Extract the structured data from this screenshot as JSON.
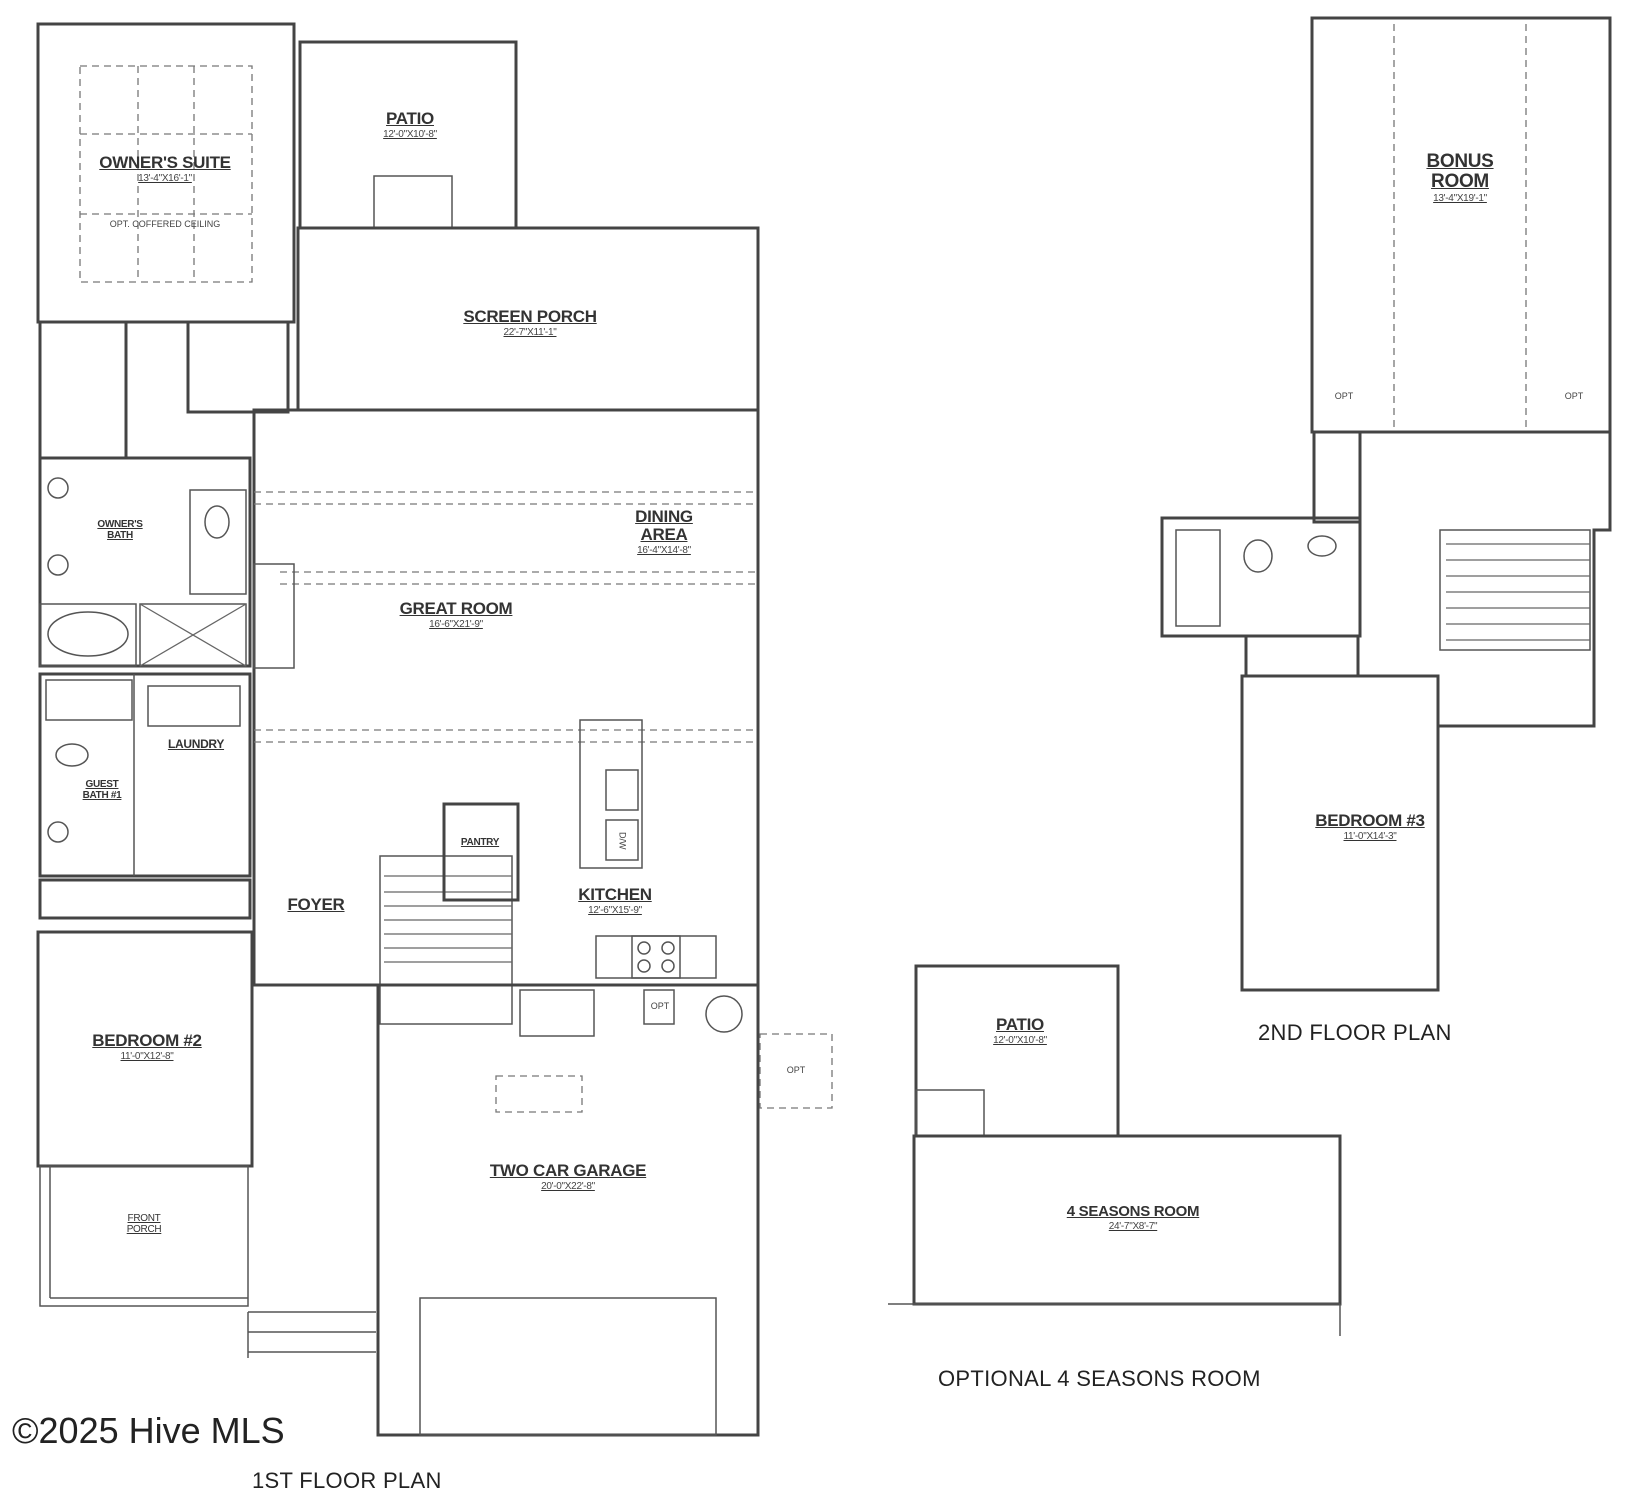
{
  "watermark": "©2025 Hive MLS",
  "first_floor": {
    "title": "1ST FLOOR PLAN",
    "rooms": [
      {
        "name": "OWNER'S SUITE",
        "dims": "13'-4\"X16'-1\"",
        "note": "OPT. COFFERED CEILING"
      },
      {
        "name": "PATIO",
        "dims": "12'-0\"X10'-8\""
      },
      {
        "name": "SCREEN PORCH",
        "dims": "22'-7\"X11'-1\""
      },
      {
        "name": "DINING AREA",
        "dims": "16'-4\"X14'-8\""
      },
      {
        "name": "GREAT ROOM",
        "dims": "16'-6\"X21'-9\""
      },
      {
        "name": "OWNER'S BATH",
        "dims": ""
      },
      {
        "name": "LAUNDRY",
        "dims": ""
      },
      {
        "name": "GUEST BATH #1",
        "dims": ""
      },
      {
        "name": "PANTRY",
        "dims": ""
      },
      {
        "name": "KITCHEN",
        "dims": "12'-6\"X15'-9\""
      },
      {
        "name": "FOYER",
        "dims": ""
      },
      {
        "name": "BEDROOM #2",
        "dims": "11'-0\"X12'-8\""
      },
      {
        "name": "TWO CAR GARAGE",
        "dims": "20'-0\"X22'-8\""
      },
      {
        "name": "FRONT PORCH",
        "dims": ""
      }
    ],
    "annotations": [
      "OPT",
      "OPT",
      "D/W"
    ]
  },
  "second_floor": {
    "title": "2ND FLOOR PLAN",
    "rooms": [
      {
        "name": "BONUS ROOM",
        "dims": "13'-4\"X19'-1\""
      },
      {
        "name": "BEDROOM #3",
        "dims": "11'-0\"X14'-3\""
      }
    ],
    "annotations": [
      "OPT",
      "OPT"
    ]
  },
  "optional": {
    "title": "OPTIONAL 4 SEASONS ROOM",
    "rooms": [
      {
        "name": "PATIO",
        "dims": "12'-0\"X10'-8\""
      },
      {
        "name": "4 SEASONS ROOM",
        "dims": "24'-7\"X8'-7\""
      }
    ]
  }
}
